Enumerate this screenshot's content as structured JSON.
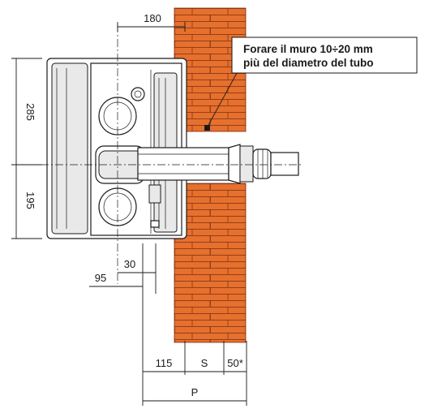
{
  "dimensions": {
    "top_width": "180",
    "upper_height": "285",
    "lower_height": "195",
    "offset_30": "30",
    "offset_95": "95",
    "depth_115": "115",
    "wall_thickness": "S",
    "protrusion": "50*",
    "total_length": "P"
  },
  "callout": {
    "line1": "Forare il muro 10÷20 mm",
    "line2": "più del diametro del tubo"
  },
  "colors": {
    "brick": "#e6702e",
    "mortar": "#7a2e10",
    "outline": "#1a1a1a",
    "shade": "#e9e9e9"
  }
}
